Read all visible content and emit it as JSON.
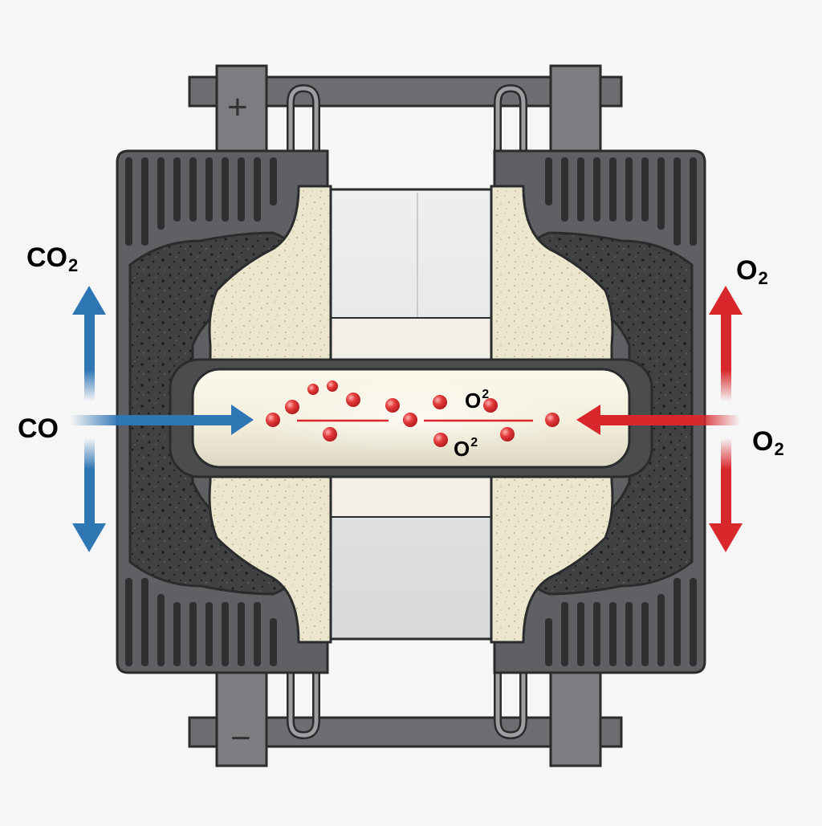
{
  "colors": {
    "co_blue": "#2f76b5",
    "oxygen_red": "#d8282c",
    "frame_gray": "#6c6e71",
    "housing_gray": "#5e6063",
    "porous_dark": "#3e4042",
    "porous_light": "#ece6cf",
    "electrolyte": "#f3efdc",
    "window": "#e5e6e8"
  },
  "terminals": {
    "positive": "+",
    "negative": "−"
  },
  "left_side": {
    "product": {
      "base": "CO",
      "sub": "2"
    },
    "reactant": {
      "base": "CO"
    }
  },
  "right_side": {
    "product": {
      "base": "O",
      "sub": "2"
    },
    "feed": {
      "base": "O",
      "sub": "2"
    }
  },
  "ions": [
    {
      "base": "O",
      "sup": "2"
    },
    {
      "base": "O",
      "sup": "2"
    }
  ],
  "icons": {
    "co-arrow-up": "arrow-up-icon",
    "co-arrow-in": "arrow-right-icon",
    "co-arrow-down": "arrow-down-icon",
    "o2-arrow-up": "arrow-up-icon",
    "o2-arrow-in": "arrow-left-icon",
    "o2-arrow-down": "arrow-down-icon"
  }
}
